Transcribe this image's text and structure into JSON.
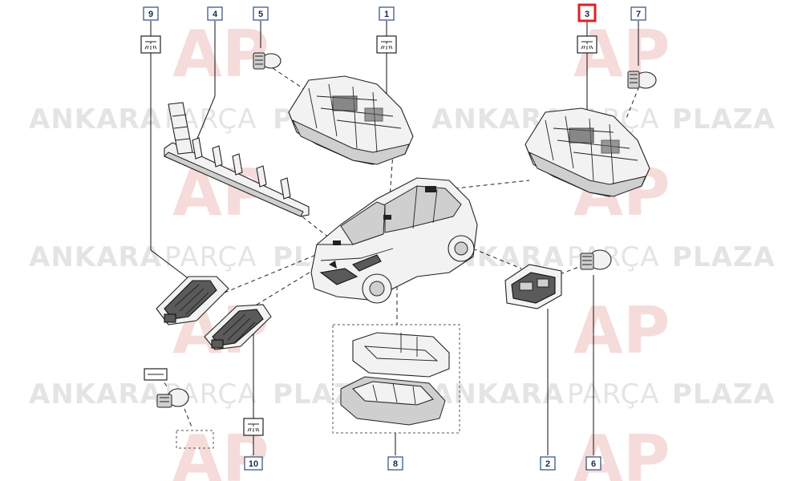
{
  "watermark": {
    "logo_letters": "AP",
    "brand_bold_1": "ANKARA",
    "brand_light": "PARÇA",
    "brand_bold_2": "PLAZA"
  },
  "callouts": {
    "c1": "1",
    "c2": "2",
    "c3": "3",
    "c4": "4",
    "c5": "5",
    "c6": "6",
    "c7": "7",
    "c8": "8",
    "c9": "9",
    "c10": "10"
  },
  "highlight_color": "#e02020",
  "callout_border_color": "#3a5a8a",
  "icons": [
    "interior-light-symbol-icon"
  ]
}
